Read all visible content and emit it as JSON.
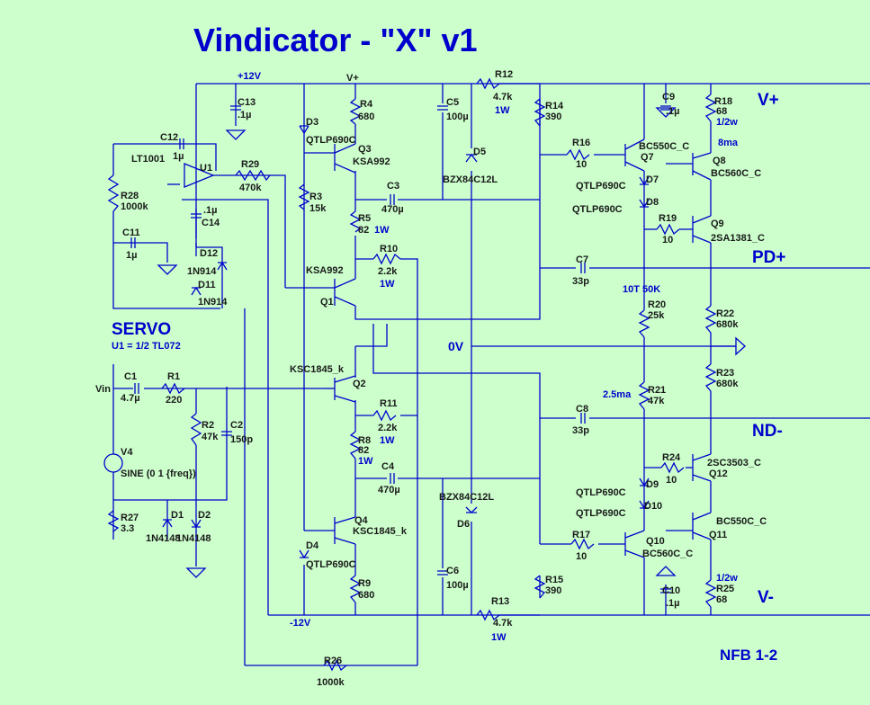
{
  "title": "Vindicator - \"X\" v1",
  "rails": {
    "pos12": "+12V",
    "neg12": "-12V",
    "vplus_top": "V+",
    "vplus": "V+",
    "vminus": "V-",
    "pd": "PD+",
    "nd": "ND-",
    "zero": "0V",
    "nfb": "NFB 1-2"
  },
  "servo": {
    "title": "SERVO",
    "note": "U1 = 1/2 TL072",
    "opamp": "LT1001",
    "u1": "U1"
  },
  "components": {
    "C12": {
      "name": "C12",
      "value": "1µ"
    },
    "C13": {
      "name": "C13",
      "value": ".1µ"
    },
    "C14": {
      "name": "C14",
      "value": ".1µ"
    },
    "C11": {
      "name": "C11",
      "value": "1µ"
    },
    "R28": {
      "name": "R28",
      "value": "1000k"
    },
    "R29": {
      "name": "R29",
      "value": "470k"
    },
    "D12": {
      "name": "D12",
      "value": "1N914"
    },
    "D11": {
      "name": "D11",
      "value": "1N914"
    },
    "D3": {
      "name": "D3",
      "value": "QTLP690C"
    },
    "Q3": {
      "name": "Q3",
      "value": "KSA992"
    },
    "R4": {
      "name": "R4",
      "value": "680"
    },
    "R3": {
      "name": "R3",
      "value": "15k"
    },
    "R5": {
      "name": "R5",
      "value": "82",
      "power": "1W"
    },
    "C3": {
      "name": "C3",
      "value": "470µ"
    },
    "C5": {
      "name": "C5",
      "value": "100µ"
    },
    "D5": {
      "name": "D5",
      "value": "BZX84C12L"
    },
    "R12": {
      "name": "R12",
      "value": "4.7k",
      "power": "1W"
    },
    "R10": {
      "name": "R10",
      "value": "2.2k",
      "power": "1W"
    },
    "Q1": {
      "name": "Q1",
      "value": "KSA992"
    },
    "C1": {
      "name": "C1",
      "value": "4.7µ"
    },
    "R1": {
      "name": "R1",
      "value": "220"
    },
    "R2": {
      "name": "R2",
      "value": "47k"
    },
    "C2": {
      "name": "C2",
      "value": "150p"
    },
    "V4": {
      "name": "V4",
      "value": "SINE (0 1 {freq})"
    },
    "Vin": {
      "name": "Vin"
    },
    "R27": {
      "name": "R27",
      "value": "3.3"
    },
    "D1": {
      "name": "D1",
      "value": "1N4148"
    },
    "D2": {
      "name": "D2",
      "value": "1N4148"
    },
    "Q2": {
      "name": "Q2",
      "value": "KSC1845_k"
    },
    "R11": {
      "name": "R11",
      "value": "2.2k",
      "power": "1W"
    },
    "R8": {
      "name": "R8",
      "value": "82",
      "power": "1W"
    },
    "C4": {
      "name": "C4",
      "value": "470µ"
    },
    "D6": {
      "name": "D6",
      "value": "BZX84C12L"
    },
    "Q4": {
      "name": "Q4",
      "value": "KSC1845_k"
    },
    "D4": {
      "name": "D4",
      "value": "QTLP690C"
    },
    "R9": {
      "name": "R9",
      "value": "680"
    },
    "C6": {
      "name": "C6",
      "value": "100µ"
    },
    "R13": {
      "name": "R13",
      "value": "4.7k",
      "power": "1W"
    },
    "R26": {
      "name": "R26",
      "value": "1000k"
    },
    "R14": {
      "name": "R14",
      "value": "390"
    },
    "R15": {
      "name": "R15",
      "value": "390"
    },
    "R16": {
      "name": "R16",
      "value": "10"
    },
    "Q7": {
      "name": "Q7",
      "value": "BC550C_C"
    },
    "D7": {
      "name": "D7",
      "value": "QTLP690C"
    },
    "D8": {
      "name": "D8",
      "value": "QTLP690C"
    },
    "C9": {
      "name": "C9",
      "value": ".1µ"
    },
    "R18": {
      "name": "R18",
      "value": "68",
      "power": "1/2w"
    },
    "Q8": {
      "name": "Q8",
      "value": "BC560C_C"
    },
    "R19": {
      "name": "R19",
      "value": "10"
    },
    "Q9": {
      "name": "Q9",
      "value": "2SA1381_C"
    },
    "C7": {
      "name": "C7",
      "value": "33p"
    },
    "R20": {
      "name": "R20",
      "value": "25k",
      "pot": "10T 50K"
    },
    "R22": {
      "name": "R22",
      "value": "680k"
    },
    "R23": {
      "name": "R23",
      "value": "680k"
    },
    "R21": {
      "name": "R21",
      "value": "47k"
    },
    "C8": {
      "name": "C8",
      "value": "33p"
    },
    "R24": {
      "name": "R24",
      "value": "10"
    },
    "Q12": {
      "name": "Q12",
      "value": "2SC3503_C"
    },
    "D9": {
      "name": "D9",
      "value": "QTLP690C"
    },
    "D10": {
      "name": "D10",
      "value": "QTLP690C"
    },
    "R17": {
      "name": "R17",
      "value": "10"
    },
    "Q10": {
      "name": "Q10",
      "value": "BC560C_C"
    },
    "Q11": {
      "name": "Q11",
      "value": "BC550C_C"
    },
    "C10": {
      "name": "C10",
      "value": ".1µ"
    },
    "R25": {
      "name": "R25",
      "value": "68",
      "power": "1/2w"
    }
  },
  "currents": {
    "ma8": "8ma",
    "ma25": "2.5ma"
  }
}
